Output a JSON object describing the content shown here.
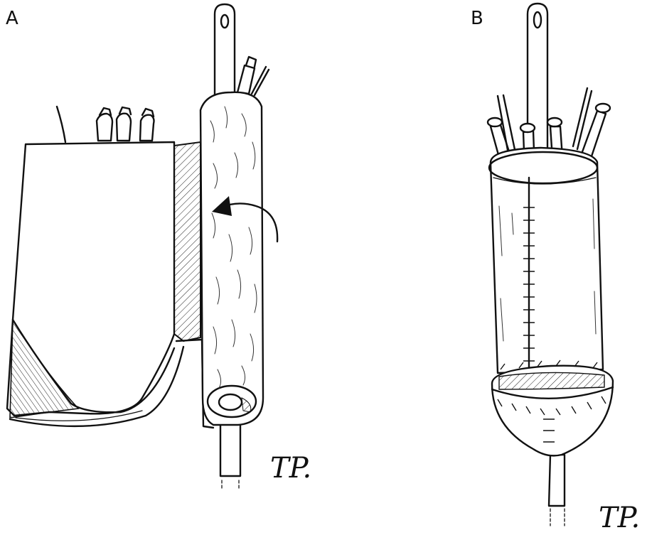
{
  "figure": {
    "panels": [
      {
        "label": "A",
        "signature": "TP."
      },
      {
        "label": "B",
        "signature": "TP."
      }
    ]
  }
}
